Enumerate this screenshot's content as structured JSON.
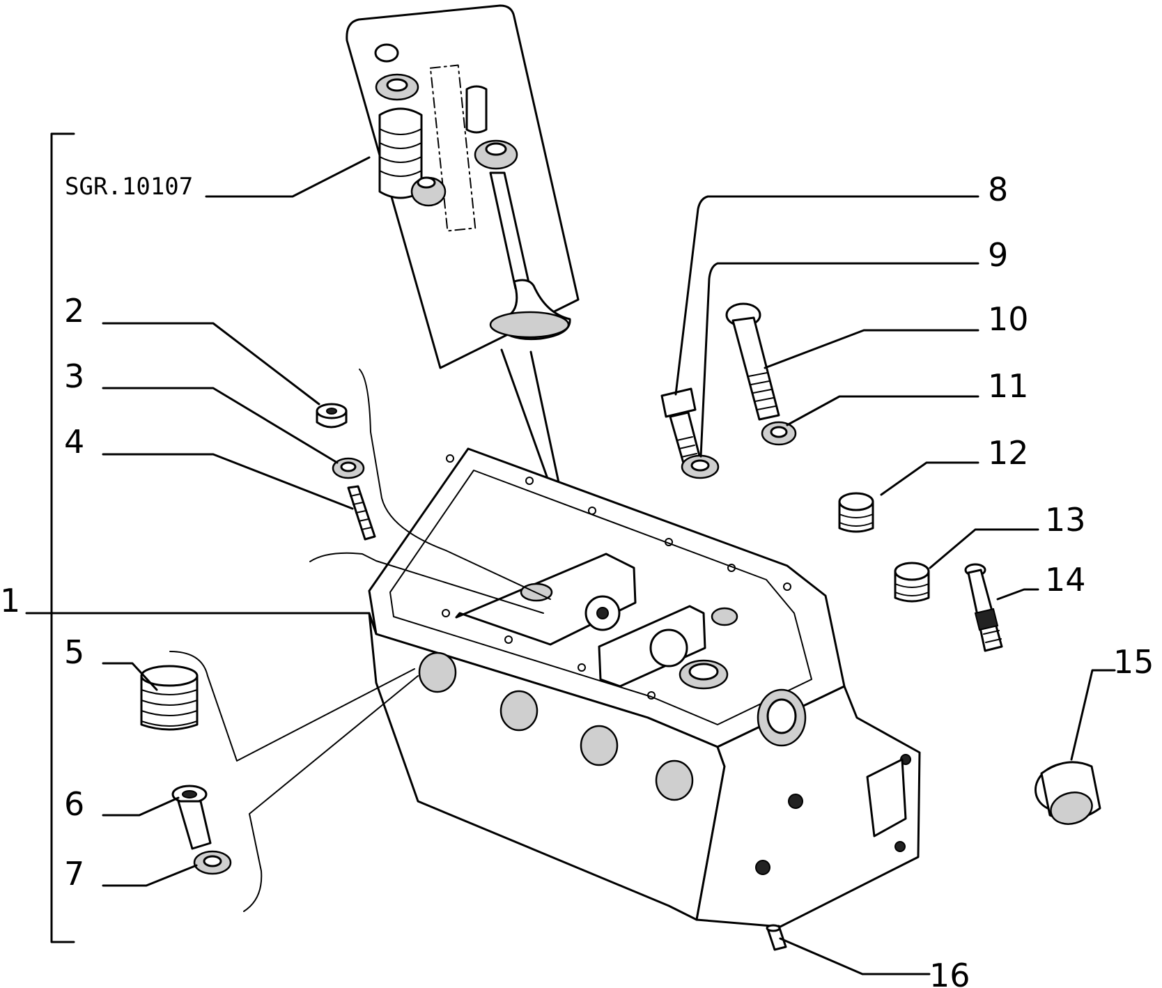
{
  "diagram": {
    "reference_code": "SGR.10107",
    "callouts": [
      "1",
      "2",
      "3",
      "4",
      "5",
      "6",
      "7",
      "8",
      "9",
      "10",
      "11",
      "12",
      "13",
      "14",
      "15",
      "16"
    ]
  }
}
